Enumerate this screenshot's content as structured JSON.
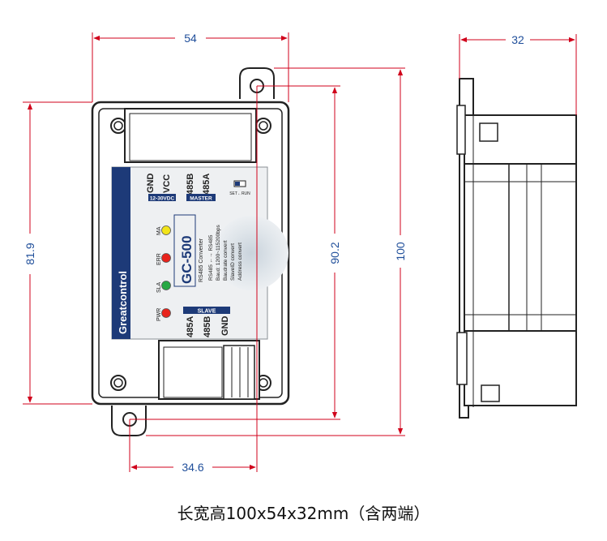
{
  "dimensions": {
    "width_top": "54",
    "depth_top": "32",
    "height_left": "81.9",
    "height_holes": "90.2",
    "height_total": "100",
    "hole_offset": "34.6"
  },
  "label": {
    "brand": "Greatcontrol",
    "model": "GC-500",
    "subtitle": "RS485 Converter",
    "line1": "RS485 ←→ RS485",
    "line2": "Baud: 1200~115200bps",
    "line3": "Baudrate convert",
    "line4": "SlaveID convert",
    "line5": "Address convert",
    "master_title": "MASTER",
    "power_title": "12-30VDC",
    "slave_title": "SLAVE",
    "term_gnd": "GND",
    "term_vcc": "VCC",
    "term_485b": "485B",
    "term_485a": "485A",
    "set_run": "SET←RUN",
    "led_ma": "MA",
    "led_err": "ERR",
    "led_sla": "SLA",
    "led_pwr": "PWR",
    "slave_485a": "485A",
    "slave_485b": "485B",
    "slave_gnd": "GND"
  },
  "colors": {
    "dimension": "#1f4e9a",
    "brand_band": "#1d3a78",
    "led_yellow": "#f2e419",
    "led_red": "#e8231c",
    "led_green": "#27a844"
  },
  "caption": "长宽高100x54x32mm（含两端）"
}
